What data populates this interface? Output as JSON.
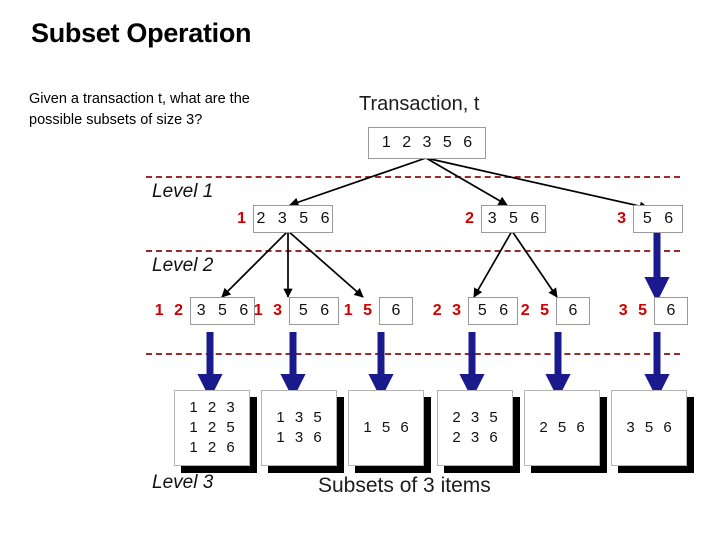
{
  "page": {
    "title": "Subset Operation",
    "intro": "Given a transaction t, what are the possible subsets of size 3?",
    "bottom_caption": "Subsets of 3 items",
    "accent_red": "#d00000",
    "divider_red": "#9b2b2b",
    "arrow_navy": "#1a1a8c",
    "arrow_black": "#000000"
  },
  "transaction": {
    "caption": "Transaction, t",
    "items": "1 2 3 5 6"
  },
  "levels": [
    {
      "label": "Level 1",
      "nodes": [
        {
          "prefix": "1",
          "rest": "2 3 5 6"
        },
        {
          "prefix": "2",
          "rest": "3 5 6"
        },
        {
          "prefix": "3",
          "rest": "5 6"
        }
      ]
    },
    {
      "label": "Level 2",
      "nodes": [
        {
          "prefix": "1 2",
          "rest": "3 5 6"
        },
        {
          "prefix": "1 3",
          "rest": "5 6"
        },
        {
          "prefix": "1 5",
          "rest": "6"
        },
        {
          "prefix": "2 3",
          "rest": "5 6"
        },
        {
          "prefix": "2 5",
          "rest": "6"
        },
        {
          "prefix": "3 5",
          "rest": "6"
        }
      ]
    },
    {
      "label": "Level 3",
      "cards": [
        {
          "lines": [
            "1 2 3",
            "1 2 5",
            "1 2 6"
          ]
        },
        {
          "lines": [
            "1 3 5",
            "1 3 6"
          ]
        },
        {
          "lines": [
            "1 5 6"
          ]
        },
        {
          "lines": [
            "2 3 5",
            "2 3 6"
          ]
        },
        {
          "lines": [
            "2 5 6"
          ]
        },
        {
          "lines": [
            "3 5 6"
          ]
        }
      ]
    }
  ]
}
